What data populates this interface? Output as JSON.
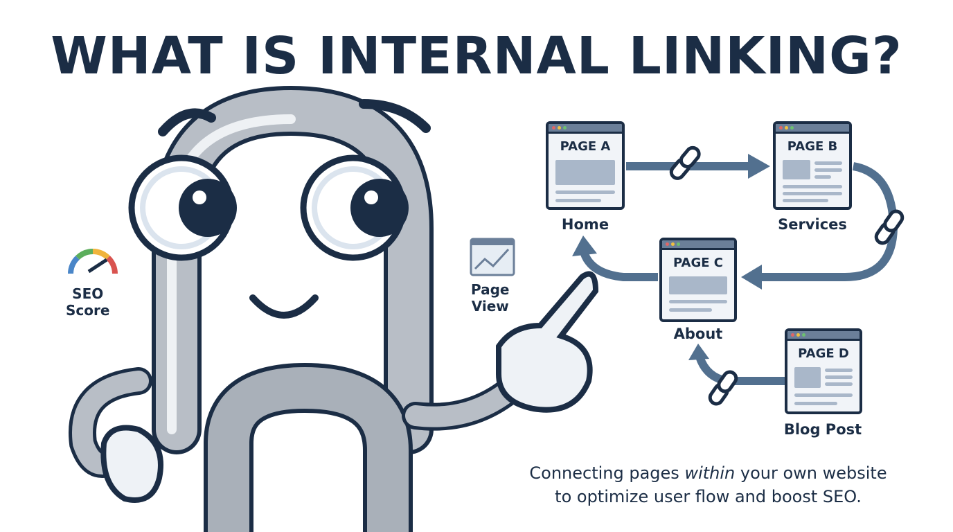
{
  "title": "WHAT IS INTERNAL LINKING?",
  "pages": [
    {
      "heading": "PAGE A",
      "label": "Home"
    },
    {
      "heading": "PAGE B",
      "label": "Services"
    },
    {
      "heading": "PAGE C",
      "label": "About"
    },
    {
      "heading": "PAGE D",
      "label": "Blog Post"
    }
  ],
  "seo": {
    "line1": "SEO",
    "line2": "Score",
    "icon": "gauge-icon"
  },
  "pageview": {
    "line1": "Page",
    "line2": "View",
    "icon": "trend-chart-icon"
  },
  "caption": {
    "before": "Connecting pages ",
    "emphasis": "within",
    "after": " your own website",
    "line2": "to optimize user flow and boost SEO."
  },
  "colors": {
    "ink": "#1b2d45",
    "arrow": "#52708f",
    "chain": "#8f9aa6"
  }
}
